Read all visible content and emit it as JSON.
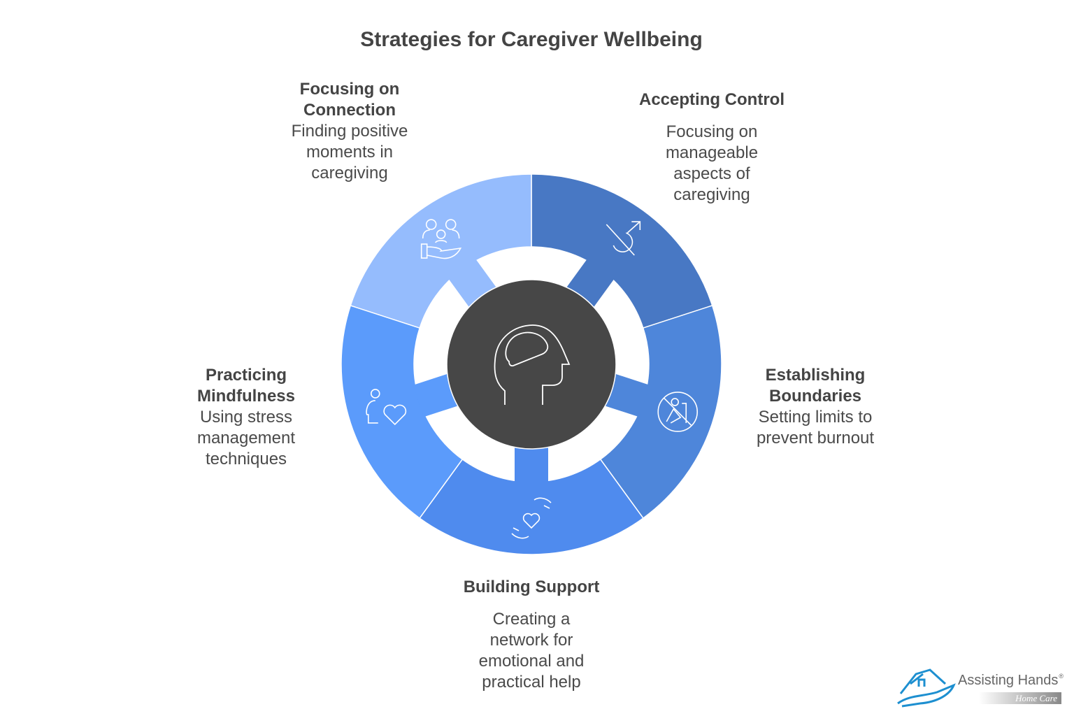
{
  "title": "Strategies for Caregiver Wellbeing",
  "center_icon": "head-brain-icon",
  "segments": [
    {
      "heading": "Accepting Control",
      "description": "Focusing on manageable aspects of caregiving",
      "color": "#4878C4",
      "icon": "balance-icon"
    },
    {
      "heading": "Establishing Boundaries",
      "description": "Setting limits to prevent burnout",
      "color": "#4E86DA",
      "icon": "no-overwork-icon"
    },
    {
      "heading": "Building Support",
      "description": "Creating a network for emotional and practical help",
      "color": "#4F8BEE",
      "icon": "hands-heart-icon"
    },
    {
      "heading": "Practicing Mindfulness",
      "description": "Using stress management techniques",
      "color": "#5B9BFB",
      "icon": "person-heart-icon"
    },
    {
      "heading": "Focusing on Connection",
      "description": "Finding positive moments in caregiving",
      "color": "#95BCFD",
      "icon": "family-hand-icon"
    }
  ],
  "center_color": "#474747",
  "logo": {
    "name": "Assisting Hands",
    "registered": "®",
    "subtitle": "Home Care"
  }
}
